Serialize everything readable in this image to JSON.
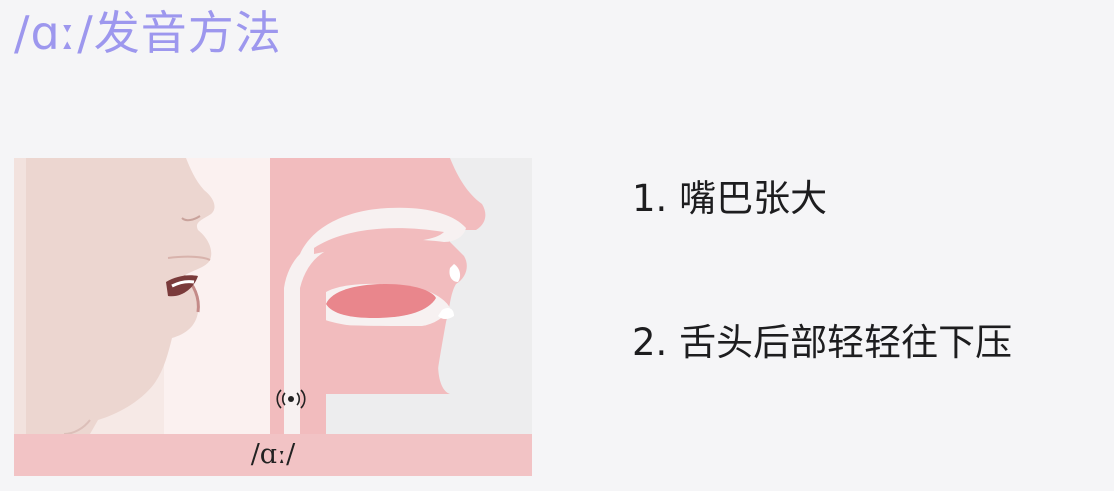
{
  "title": "/ɑː/发音方法",
  "illustration": {
    "ipa_label": "/ɑː/",
    "icons": [
      "face-profile-photo",
      "mouth-cross-section-diagram",
      "vibration-icon"
    ]
  },
  "steps": [
    {
      "text": "1. 嘴巴张大"
    },
    {
      "text": "2. 舌头后部轻轻往下压"
    }
  ],
  "colors": {
    "title": "#9d97ee",
    "text": "#1d1d1f",
    "diagram_pink": "#f2bcbe",
    "tongue": "#e9868c",
    "skin": "#f1e2de"
  }
}
